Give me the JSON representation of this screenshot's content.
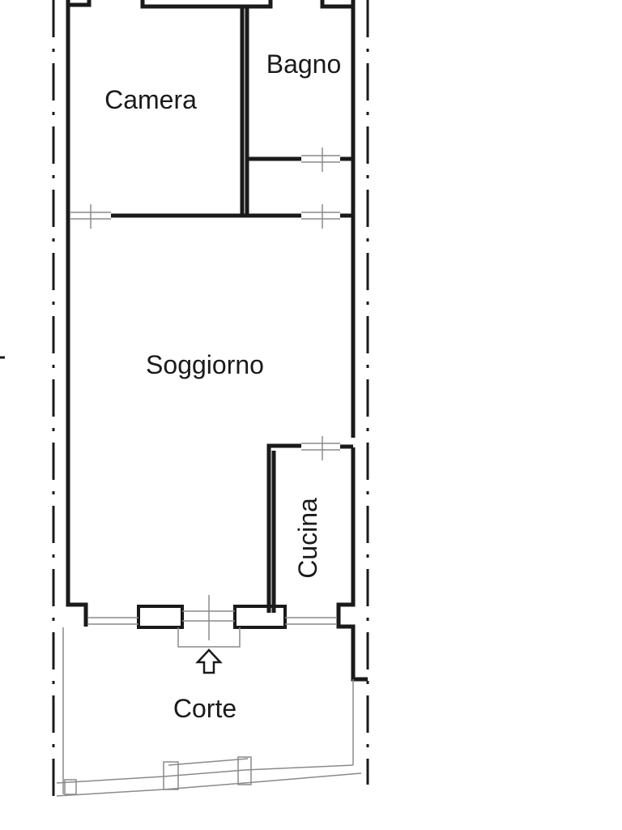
{
  "rooms": {
    "camera": "Camera",
    "bagno": "Bagno",
    "soggiorno": "Soggiorno",
    "cucina": "Cucina",
    "corte": "Corte"
  },
  "colors": {
    "wall": "#1a1a1a",
    "thin_line": "#8a8a8a",
    "background": "#ffffff"
  },
  "icons": {
    "entrance": "up-arrow-outline-icon"
  }
}
